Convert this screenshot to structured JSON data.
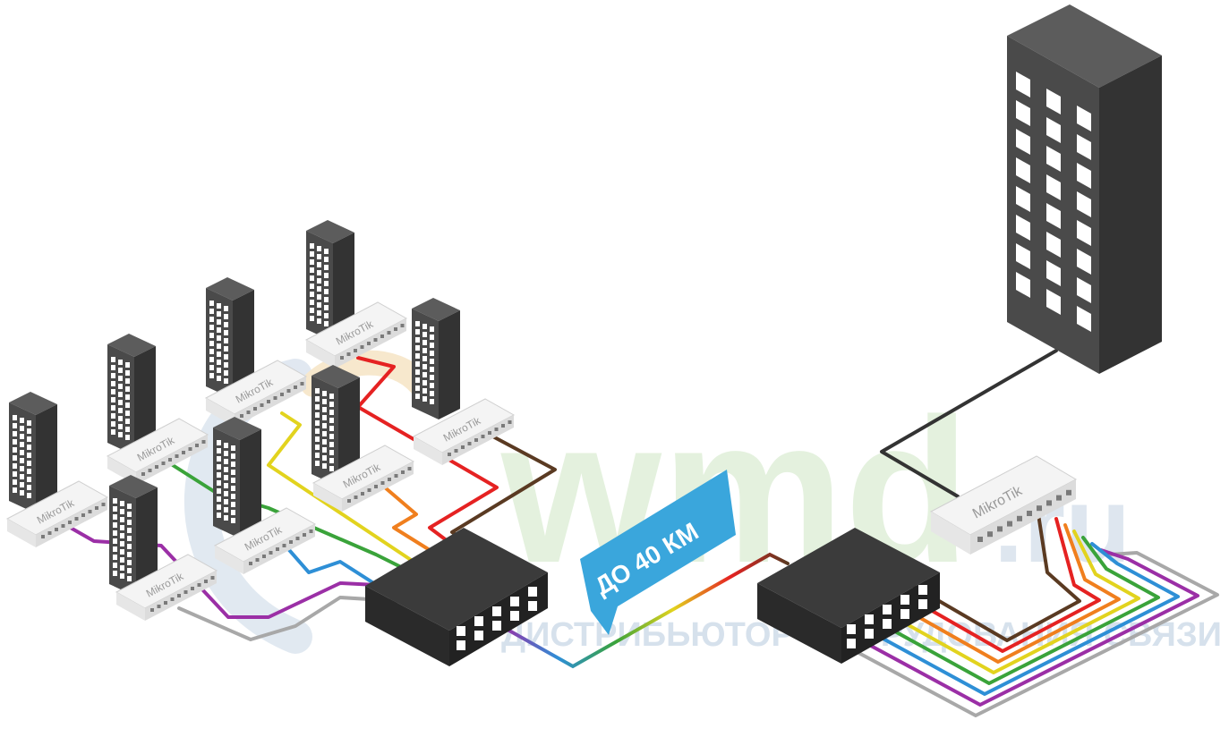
{
  "distance_label": "ДО 40 КМ",
  "device_brand": "MikroTik",
  "watermark": {
    "logo": "wmd",
    "tld": ".ru",
    "tagline": "ДИСТРИБЬЮТОР ОБОРУДОВАНИЯ СВЯЗИ"
  },
  "colors": {
    "building_front": "#4a4a4a",
    "building_side": "#333333",
    "building_top": "#5c5c5c",
    "window": "#ffffff",
    "device_top": "#f4f4f4",
    "device_side": "#dcdcdc",
    "mux_top": "#3b3b3b",
    "mux_front": "#2a2a2a",
    "label_bg": "#3aa6dc",
    "watermark_green": "#d9ecd1",
    "watermark_blue": "#c9d7e6",
    "fibers": [
      "#9b2fa6",
      "#a8a8a8",
      "#2e8fd6",
      "#3aa33a",
      "#e2d31e",
      "#f07f1e",
      "#e52222",
      "#5a3a22"
    ]
  }
}
